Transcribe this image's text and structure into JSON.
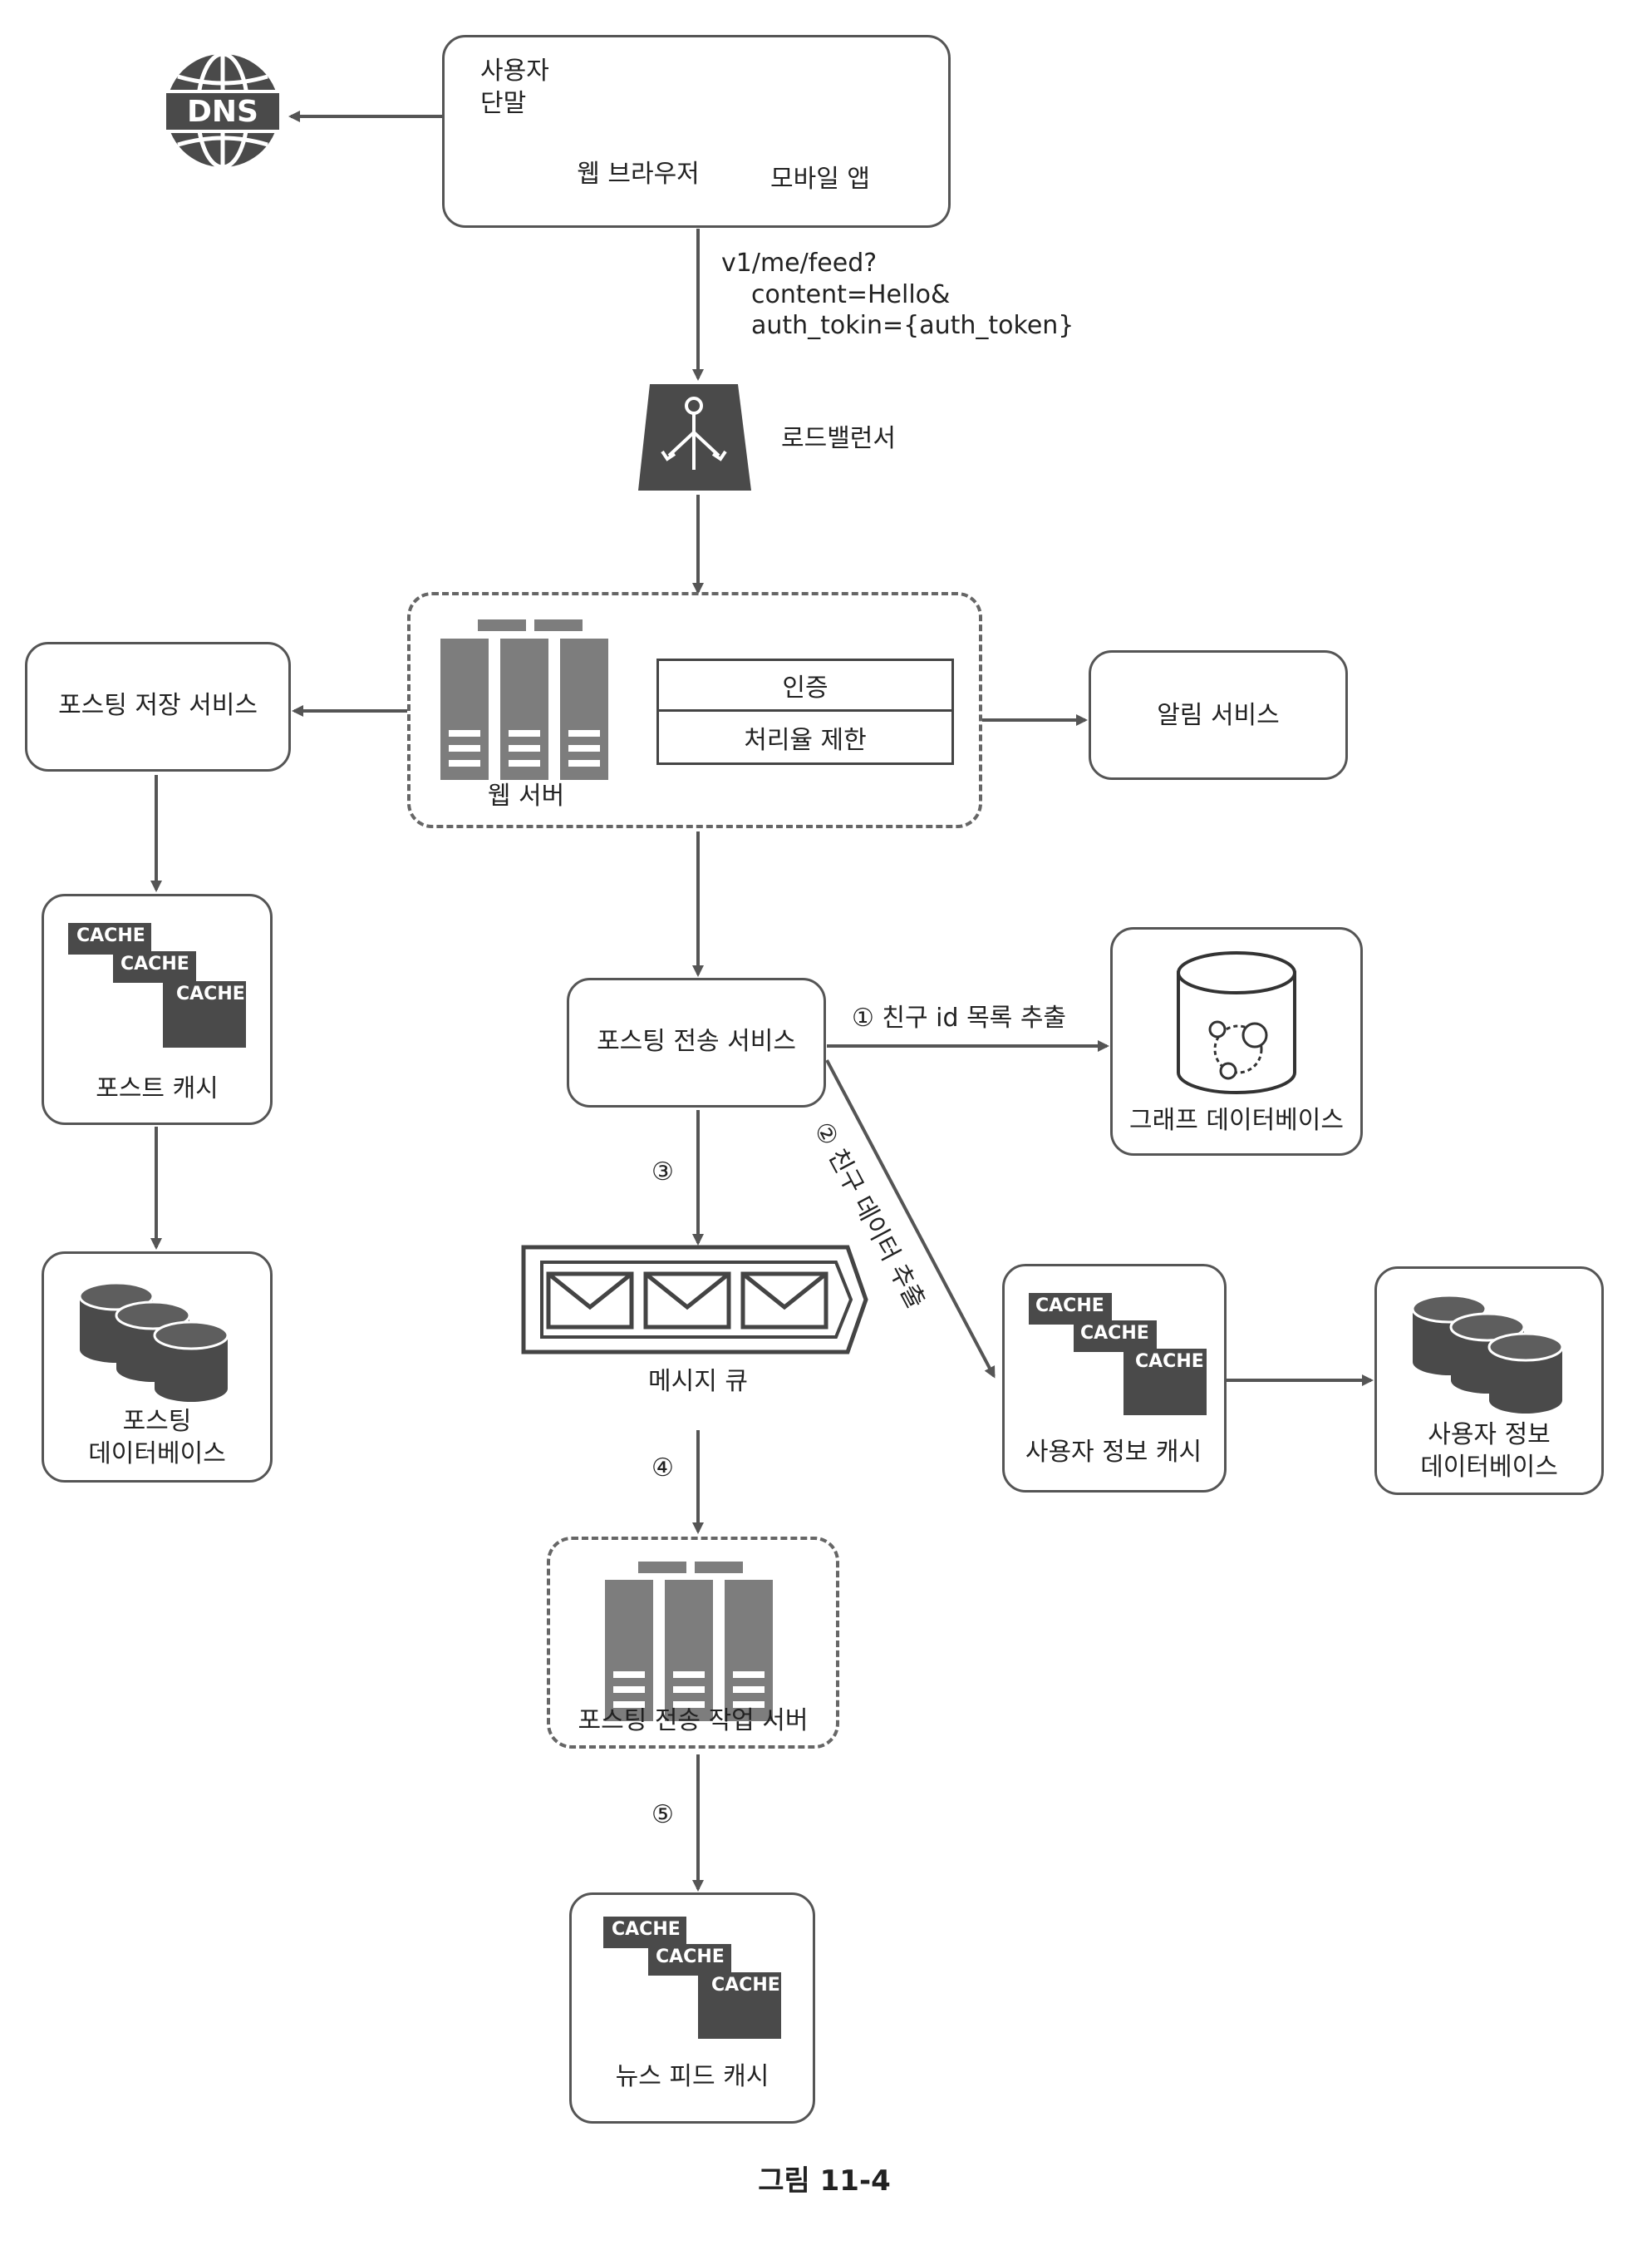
{
  "client": {
    "title": "사용자\n단말",
    "browser_label": "웹 브라우저",
    "mobile_label": "모바일 앱"
  },
  "dns": {
    "label": "DNS"
  },
  "request": {
    "line1": "v1/me/feed?",
    "line2": "content=Hello&",
    "line3": "auth_tokin={auth_token}"
  },
  "load_balancer": {
    "label": "로드밸런서"
  },
  "web_server": {
    "label": "웹 서버",
    "auth": "인증",
    "rate_limit": "처리율 제한"
  },
  "post_storage_service": {
    "label": "포스팅 저장 서비스"
  },
  "notification_service": {
    "label": "알림 서비스"
  },
  "post_cache": {
    "label": "포스트 캐시",
    "tags": [
      "CACHE",
      "CACHE",
      "CACHE"
    ]
  },
  "post_db": {
    "label": "포스팅\n데이터베이스"
  },
  "fanout_service": {
    "label": "포스팅 전송 서비스"
  },
  "graph_db": {
    "label": "그래프 데이터베이스"
  },
  "user_cache": {
    "label": "사용자 정보 캐시",
    "tags": [
      "CACHE",
      "CACHE",
      "CACHE"
    ]
  },
  "user_db": {
    "label": "사용자 정보\n데이터베이스"
  },
  "message_queue": {
    "label": "메시지 큐"
  },
  "fanout_workers": {
    "label": "포스팅 전송 작업 서버"
  },
  "news_feed_cache": {
    "label": "뉴스 피드 캐시",
    "tags": [
      "CACHE",
      "CACHE",
      "CACHE"
    ]
  },
  "edges": {
    "step1": "① 친구 id 목록 추출",
    "step2": "② 친구 데이터 추출",
    "step3": "③",
    "step4": "④",
    "step5": "⑤"
  },
  "caption": "그림 11-4",
  "colors": {
    "dark": "#4a4a4a",
    "server": "#7d7d7d",
    "line": "#555555"
  }
}
